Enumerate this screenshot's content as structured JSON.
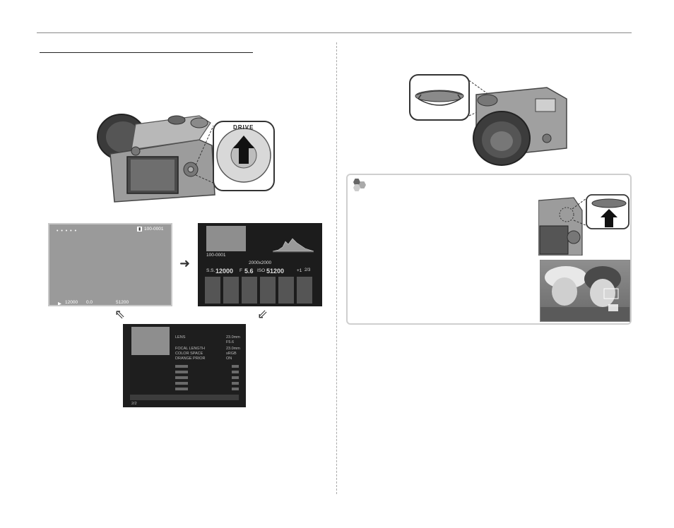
{
  "screen_standard": {
    "frame_no": "100-0001",
    "shutter": "12000",
    "exposure": "0.0",
    "iso": "51200",
    "ratings": "• • • • •"
  },
  "screen_detail": {
    "frame_no": "100-0001",
    "size": "2000x2000",
    "ss_label": "S.S.",
    "ss_value": "12000",
    "f_label": "F",
    "f_value": "5.6",
    "iso_label": "ISO",
    "iso_value": "51200",
    "ev_value": "+1",
    "ev_fraction": "2/3"
  },
  "screen_info": {
    "labels": [
      "LENS",
      "FOCAL LENGTH",
      "COLOR SPACE",
      "DRANGE PRIOR"
    ],
    "values": [
      "23.0mm",
      "F5.6",
      "23.0mm",
      "sRGB",
      "ON"
    ],
    "page": "2/2"
  },
  "illustrations": {
    "dial_label": "DRIVE"
  }
}
